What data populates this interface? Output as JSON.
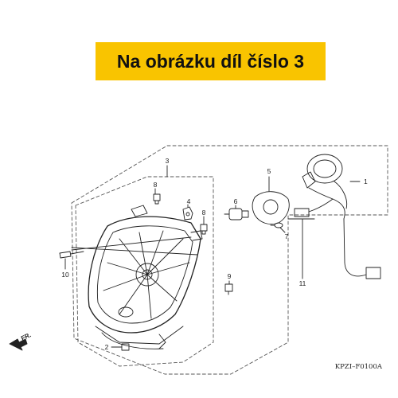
{
  "banner": {
    "text": "Na obrázku díl číslo 3",
    "color": "#f9c400"
  },
  "callouts": {
    "p1": "1",
    "p2": "2",
    "p3": "3",
    "p4": "4",
    "p5": "5",
    "p6": "6",
    "p7": "7",
    "p8a": "8",
    "p8b": "8",
    "p9": "9",
    "p10": "10",
    "p11": "11"
  },
  "front_marker": "FR.",
  "diagram_code": "KPZI–F0100A"
}
